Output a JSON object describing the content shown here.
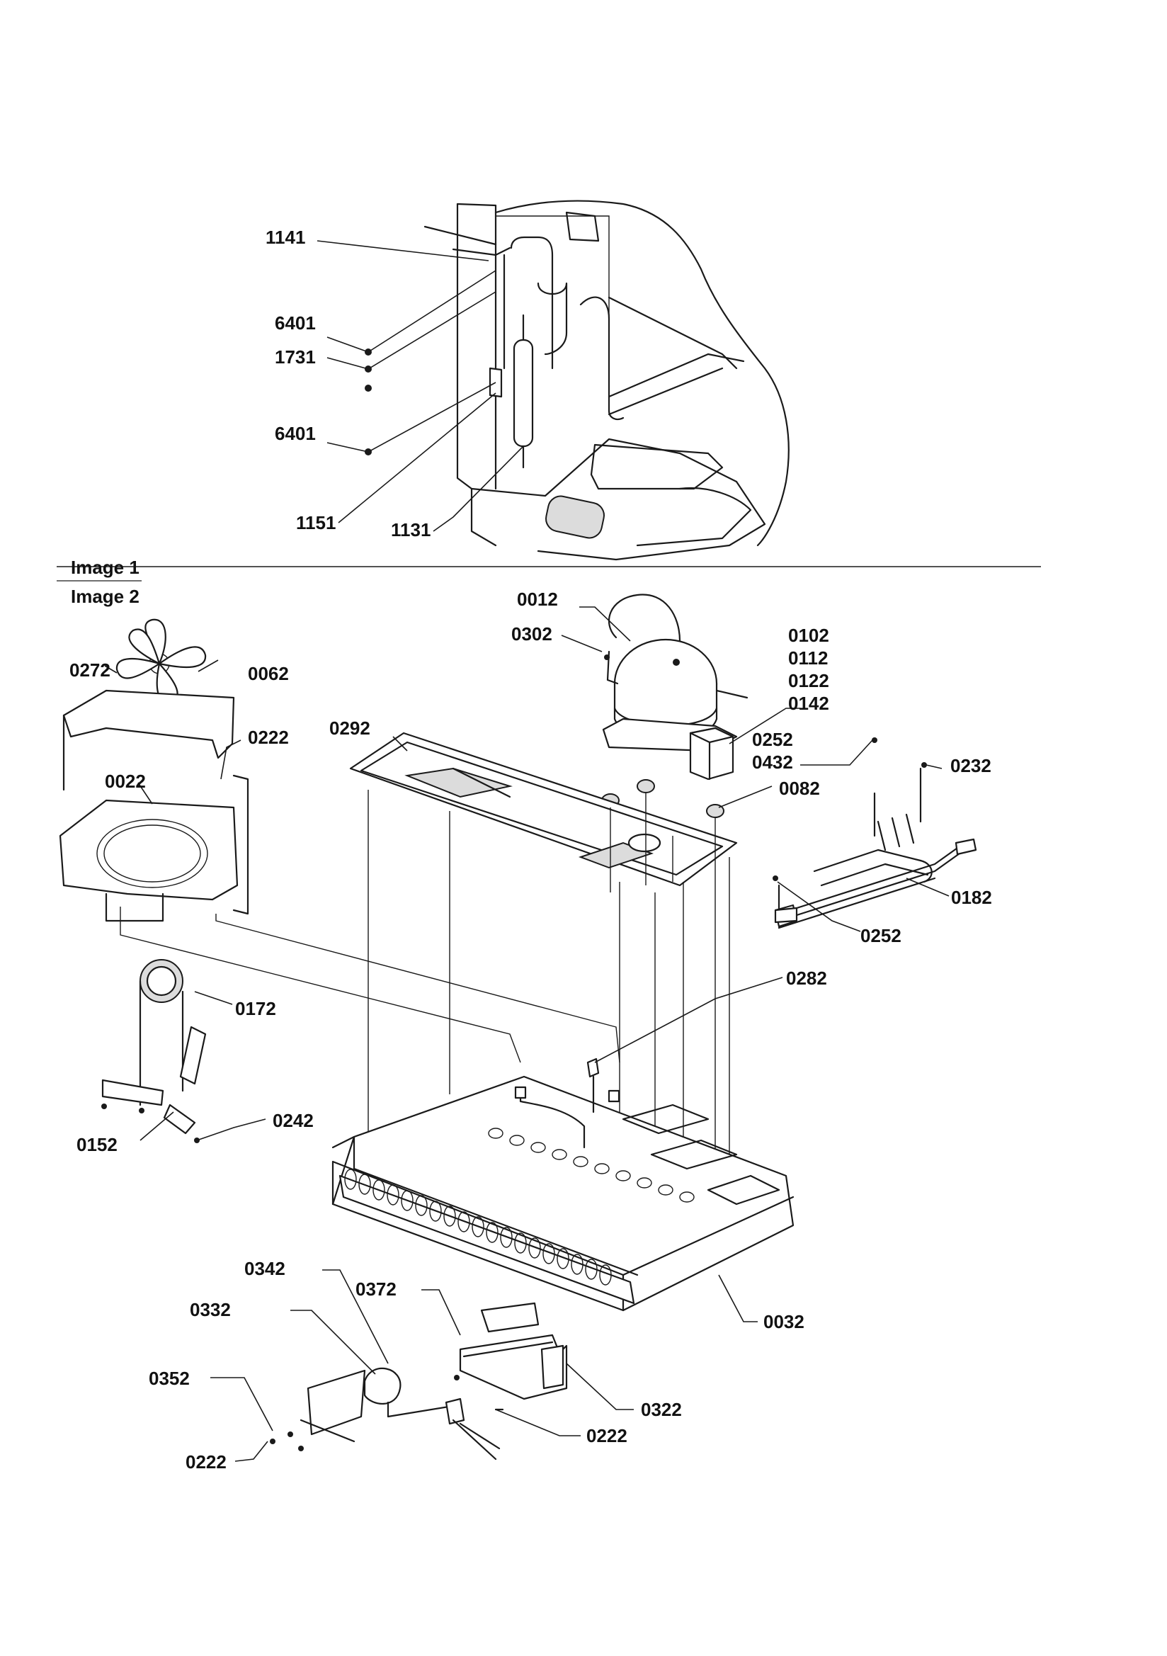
{
  "sections": {
    "image1": "Image 1",
    "image2": "Image 2"
  },
  "labels": {
    "p1141": "1141",
    "p6401a": "6401",
    "p1731": "1731",
    "p6401b": "6401",
    "p1151": "1151",
    "p1131": "1131",
    "p0012": "0012",
    "p0302": "0302",
    "p0102": "0102",
    "p0112": "0112",
    "p0122": "0122",
    "p0142": "0142",
    "p0252a": "0252",
    "p0432": "0432",
    "p0232": "0232",
    "p0082": "0082",
    "p0182": "0182",
    "p0252b": "0252",
    "p0062": "0062",
    "p0272": "0272",
    "p0222a": "0222",
    "p0022": "0022",
    "p0292": "0292",
    "p0172": "0172",
    "p0282": "0282",
    "p0152": "0152",
    "p0242": "0242",
    "p0342": "0342",
    "p0332": "0332",
    "p0372": "0372",
    "p0032": "0032",
    "p0352": "0352",
    "p0322": "0322",
    "p0222b": "0222",
    "p0222c": "0222"
  }
}
